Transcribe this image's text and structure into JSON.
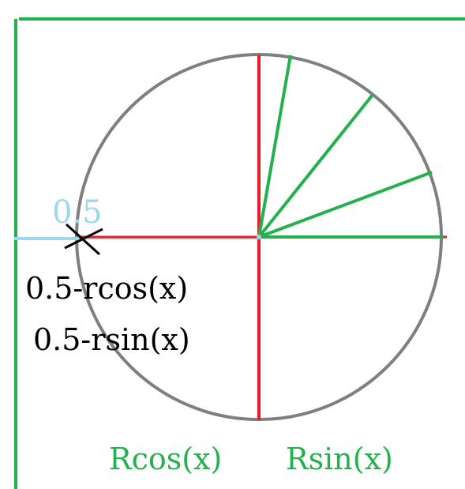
{
  "labels": {
    "half": "0.5",
    "expr_cos": "0.5-rcos(x)",
    "expr_sin": "0.5-rsin(x)",
    "rcos": "Rcos(x)",
    "rsin": "Rsin(x)"
  },
  "colors": {
    "green": "#22b14c",
    "red": "#ed1c24",
    "gray": "#7f7f7f",
    "lightblue": "#99d9ea",
    "black": "#000000"
  }
}
